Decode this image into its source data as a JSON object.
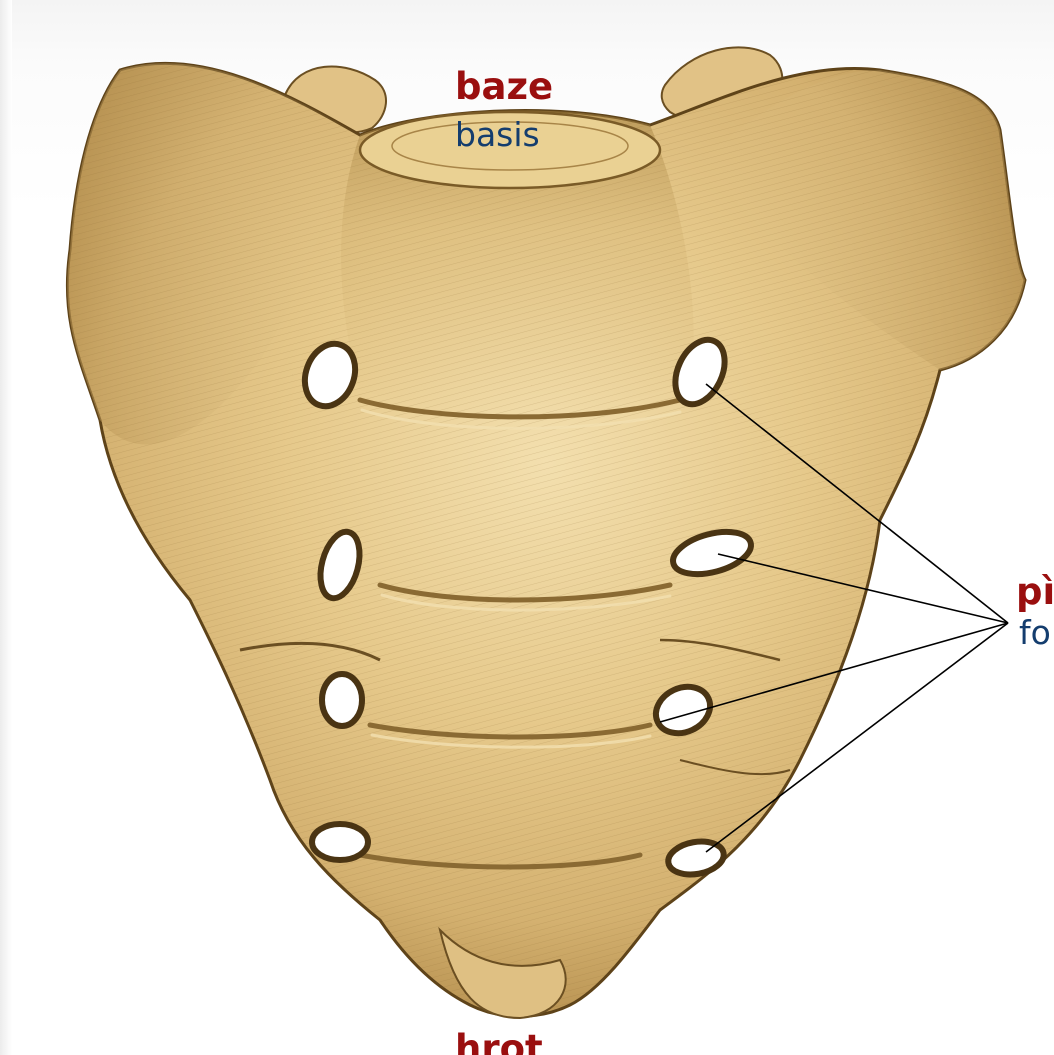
{
  "labels": {
    "basis": {
      "primary": "baze",
      "secondary": "basis"
    },
    "foramina": {
      "primary": "pì",
      "secondary": "fo"
    },
    "apex": {
      "primary": "hrot"
    }
  },
  "colors": {
    "primary_label": "#9a0f0f",
    "secondary_label": "#143d6e",
    "bone_light": "#f0d9a0",
    "bone_mid": "#d9b878",
    "bone_dark": "#9c7a3e",
    "leader_line": "#000000"
  },
  "illustration": "sacrum-bone"
}
